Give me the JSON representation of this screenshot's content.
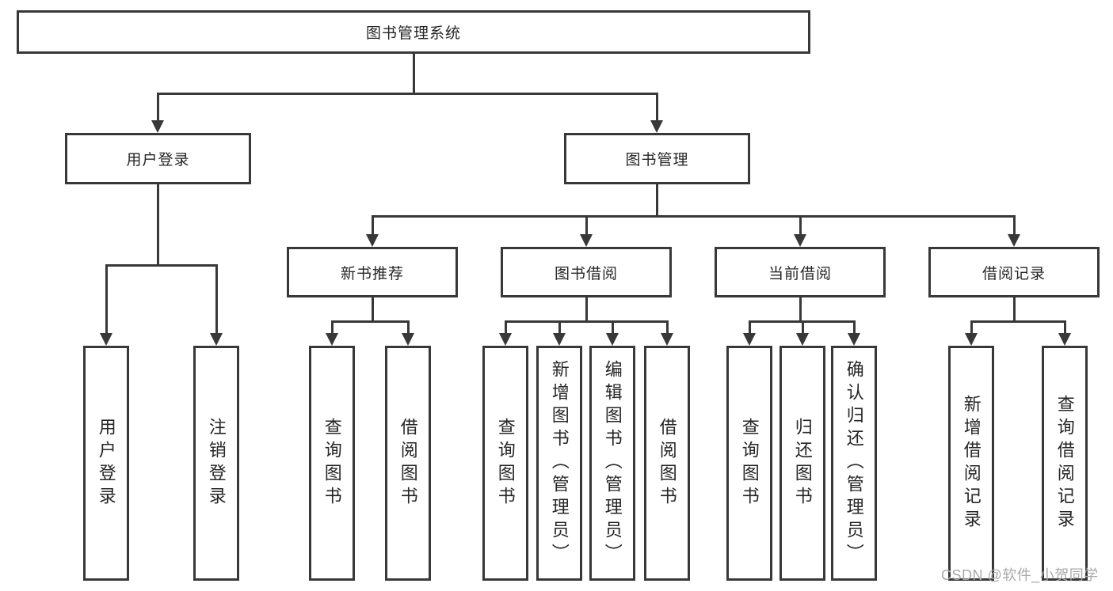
{
  "colors": {
    "line": "#383838",
    "text": "#262626",
    "watermark": "#a9a9a9",
    "background": "#ffffff"
  },
  "watermark": "CSDN @软件_小贺同学",
  "tree": {
    "root": {
      "label": "图书管理系统"
    },
    "branches": [
      {
        "label": "用户登录",
        "children": [
          {
            "label": "用户登录"
          },
          {
            "label": "注销登录"
          }
        ]
      },
      {
        "label": "图书管理",
        "groups": [
          {
            "label": "新书推荐",
            "children": [
              {
                "label": "查询图书"
              },
              {
                "label": "借阅图书"
              }
            ]
          },
          {
            "label": "图书借阅",
            "children": [
              {
                "label": "查询图书"
              },
              {
                "label": "新增图书（管理员）"
              },
              {
                "label": "编辑图书（管理员）"
              },
              {
                "label": "借阅图书"
              }
            ]
          },
          {
            "label": "当前借阅",
            "children": [
              {
                "label": "查询图书"
              },
              {
                "label": "归还图书"
              },
              {
                "label": "确认归还（管理员）"
              }
            ]
          },
          {
            "label": "借阅记录",
            "children": [
              {
                "label": "新增借阅记录"
              },
              {
                "label": "查询借阅记录"
              }
            ]
          }
        ]
      }
    ]
  }
}
